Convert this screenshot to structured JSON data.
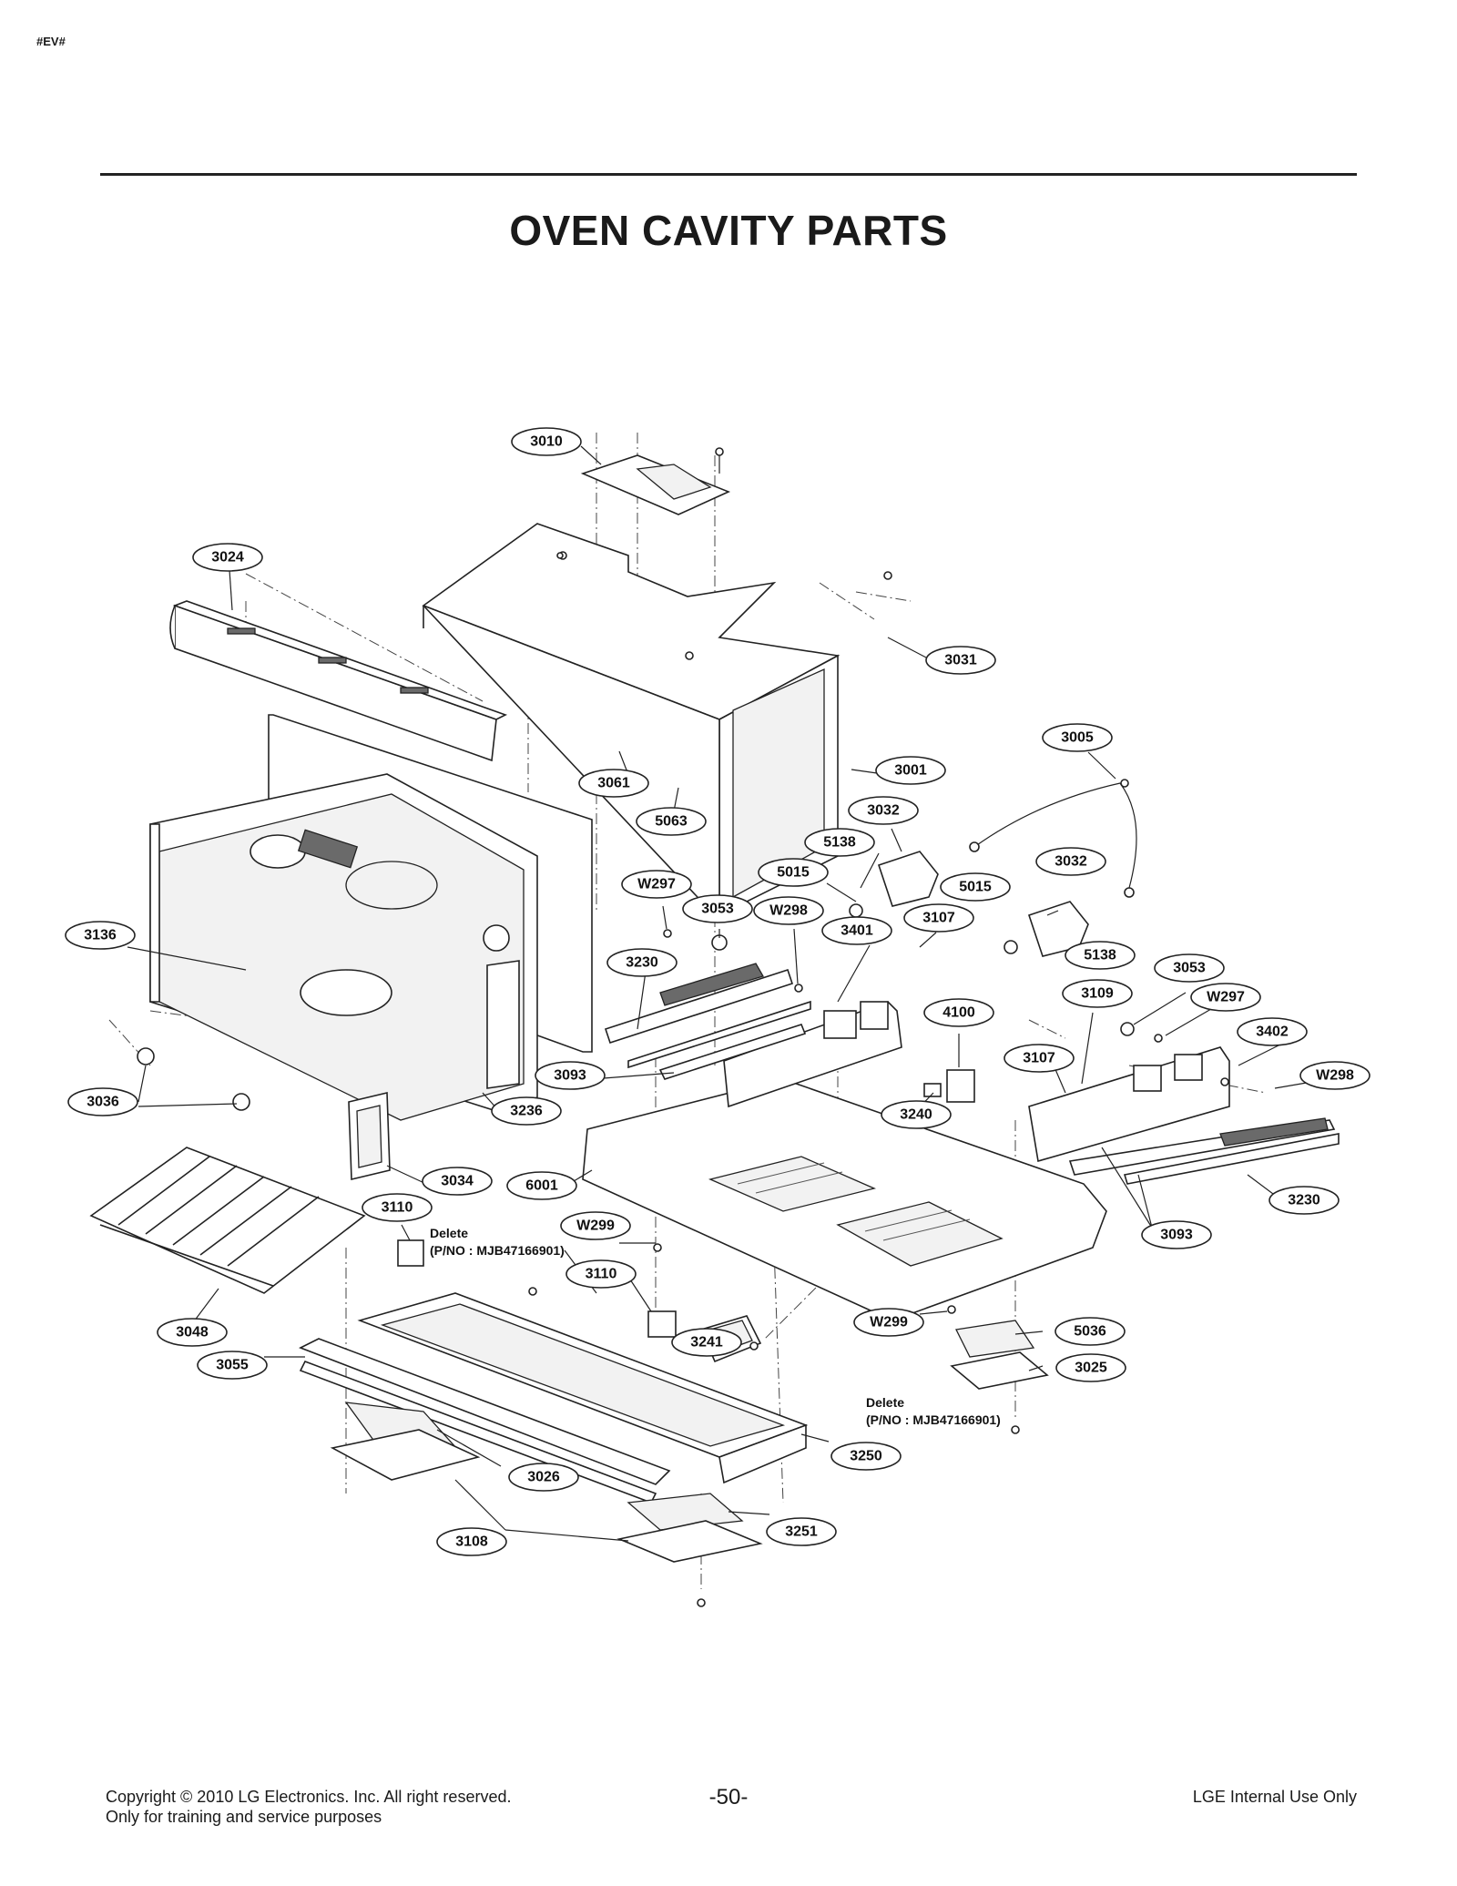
{
  "header": {
    "tag": "#EV#",
    "title": "OVEN CAVITY PARTS"
  },
  "callouts": [
    {
      "id": "3010"
    },
    {
      "id": "3024"
    },
    {
      "id": "3031"
    },
    {
      "id": "3005"
    },
    {
      "id": "3001"
    },
    {
      "id": "3061"
    },
    {
      "id": "5063"
    },
    {
      "id": "3032"
    },
    {
      "id": "5138"
    },
    {
      "id": "5015"
    },
    {
      "id": "W297"
    },
    {
      "id": "3053"
    },
    {
      "id": "W298"
    },
    {
      "id": "3032"
    },
    {
      "id": "5015"
    },
    {
      "id": "3136"
    },
    {
      "id": "3107"
    },
    {
      "id": "3401"
    },
    {
      "id": "5138"
    },
    {
      "id": "3230"
    },
    {
      "id": "3053"
    },
    {
      "id": "3109"
    },
    {
      "id": "W297"
    },
    {
      "id": "4100"
    },
    {
      "id": "3402"
    },
    {
      "id": "3093"
    },
    {
      "id": "3107"
    },
    {
      "id": "W298"
    },
    {
      "id": "3036"
    },
    {
      "id": "3236"
    },
    {
      "id": "3240"
    },
    {
      "id": "3034"
    },
    {
      "id": "6001"
    },
    {
      "id": "3230"
    },
    {
      "id": "3110"
    },
    {
      "id": "W299"
    },
    {
      "id": "3093"
    },
    {
      "id": "3110"
    },
    {
      "id": "3048"
    },
    {
      "id": "W299"
    },
    {
      "id": "5036"
    },
    {
      "id": "3241"
    },
    {
      "id": "3055"
    },
    {
      "id": "3025"
    },
    {
      "id": "3250"
    },
    {
      "id": "3026"
    },
    {
      "id": "3251"
    },
    {
      "id": "3108"
    }
  ],
  "notes": [
    {
      "line1": "Delete",
      "line2": "(P/NO : MJB47166901)"
    },
    {
      "line1": "Delete",
      "line2": "(P/NO : MJB47166901)"
    }
  ],
  "footer": {
    "copyright_line1": "Copyright © 2010 LG Electronics. Inc. All right reserved.",
    "copyright_line2": "Only for training and service purposes",
    "page_number": "-50-",
    "internal": "LGE Internal Use Only"
  }
}
